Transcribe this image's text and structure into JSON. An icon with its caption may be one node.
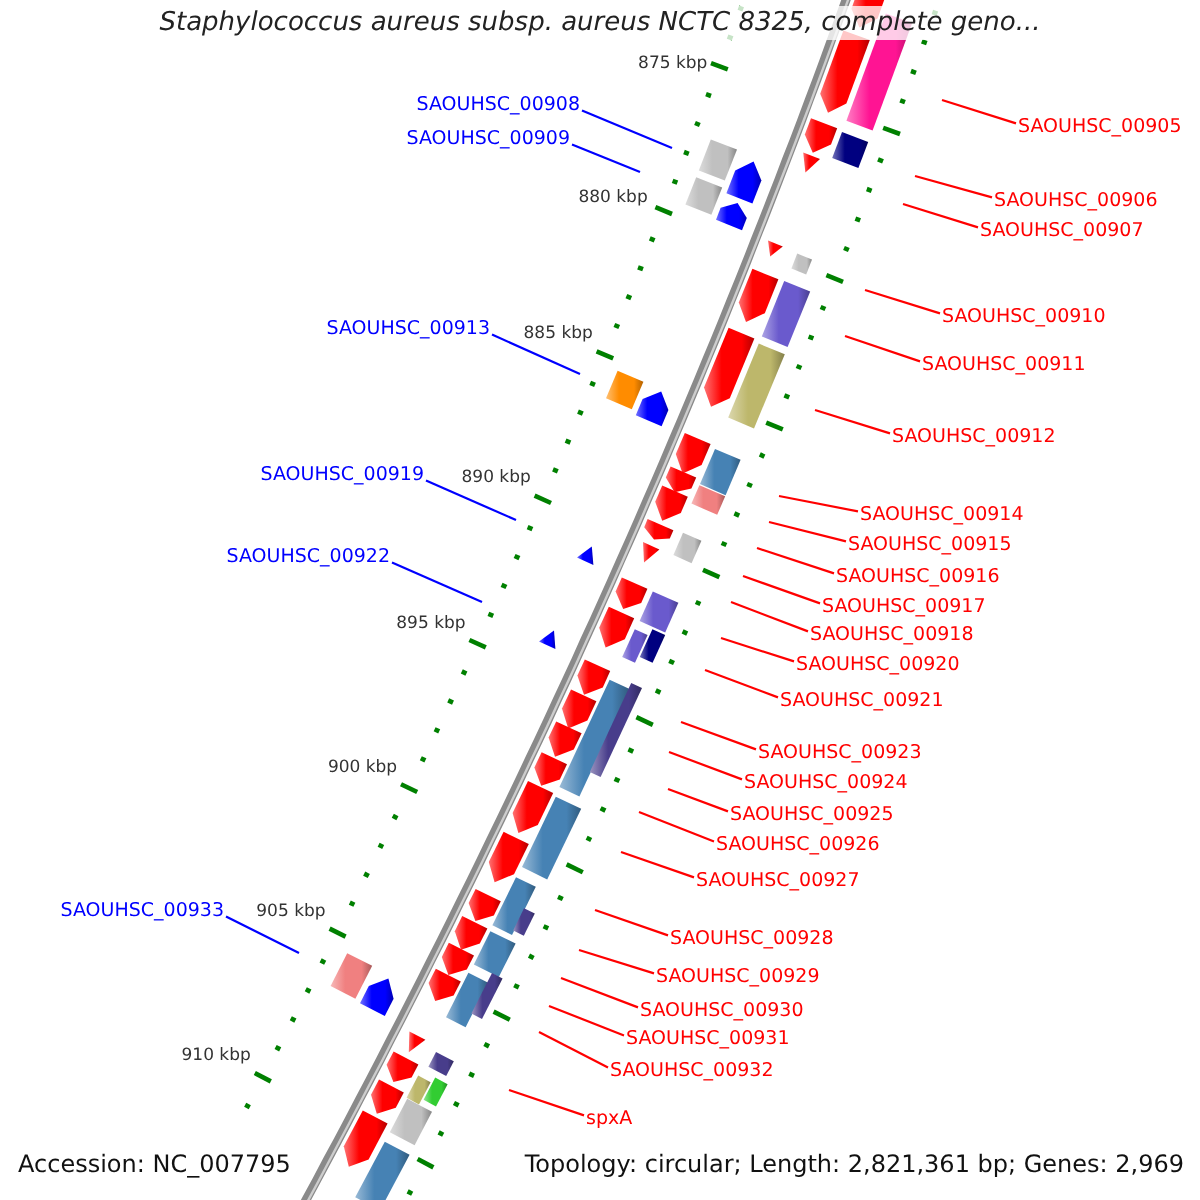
{
  "diagram": {
    "title": "Staphylococcus aureus subsp. aureus NCTC 8325, complete geno...",
    "nodes": [
      {
        "text": [
          "SAOUHSC_00908"
        ]
      },
      {
        "text": [
          "SAOUHSC_00905"
        ]
      },
      {
        "text": [
          "SAOUHSC_00909"
        ]
      },
      {
        "text": [
          "SAOUHSC_00906"
        ]
      },
      {
        "text": [
          "SAOUHSC_00907"
        ]
      },
      {
        "text": [
          "SAOUHSC_00910"
        ]
      },
      {
        "text": [
          "SAOUHSC_00913"
        ]
      },
      {
        "text": [
          "SAOUHSC_00911"
        ]
      },
      {
        "text": [
          "SAOUHSC_00912"
        ]
      },
      {
        "text": [
          "SAOUHSC_00919"
        ]
      },
      {
        "text": [
          "SAOUHSC_00914"
        ]
      },
      {
        "text": [
          "SAOUHSC_00915"
        ]
      },
      {
        "text": [
          "SAOUHSC_00922"
        ]
      },
      {
        "text": [
          "SAOUHSC_00916"
        ]
      },
      {
        "text": [
          "SAOUHSC_00917"
        ]
      },
      {
        "text": [
          "SAOUHSC_00918"
        ]
      },
      {
        "text": [
          "SAOUHSC_00920"
        ]
      },
      {
        "text": [
          "SAOUHSC_00921"
        ]
      },
      {
        "text": [
          "SAOUHSC_00923"
        ]
      },
      {
        "text": [
          "SAOUHSC_00924"
        ]
      },
      {
        "text": [
          "SAOUHSC_00925"
        ]
      },
      {
        "text": [
          "SAOUHSC_00926"
        ]
      },
      {
        "text": [
          "SAOUHSC_00927"
        ]
      },
      {
        "text": [
          "SAOUHSC_00933"
        ]
      },
      {
        "text": [
          "SAOUHSC_00928"
        ]
      },
      {
        "text": [
          "SAOUHSC_00929"
        ]
      },
      {
        "text": [
          "SAOUHSC_00930"
        ]
      },
      {
        "text": [
          "SAOUHSC_00931"
        ]
      },
      {
        "text": [
          "SAOUHSC_00932"
        ]
      },
      {
        "text": [
          "spxA"
        ]
      }
    ],
    "edges": [
      {
        "from": 0,
        "to": null,
        "arrow": "none",
        "color": "#0000ff"
      },
      {
        "from": 1,
        "to": null,
        "arrow": "none"
      },
      {
        "from": 2,
        "to": null,
        "arrow": "none",
        "color": "#0000ff"
      },
      {
        "from": 3,
        "to": null,
        "arrow": "none"
      },
      {
        "from": 4,
        "to": null,
        "arrow": "none"
      },
      {
        "from": 5,
        "to": null,
        "arrow": "none"
      },
      {
        "from": 6,
        "to": null,
        "arrow": "none",
        "color": "#0000ff"
      },
      {
        "from": 7,
        "to": null,
        "arrow": "none"
      },
      {
        "from": 8,
        "to": null,
        "arrow": "none"
      },
      {
        "from": 9,
        "to": null,
        "arrow": "none",
        "color": "#0000ff"
      },
      {
        "from": 10,
        "to": null,
        "arrow": "none"
      },
      {
        "from": 11,
        "to": null,
        "arrow": "none"
      },
      {
        "from": 12,
        "to": null,
        "arrow": "none",
        "color": "#0000ff"
      },
      {
        "from": 13,
        "to": null,
        "arrow": "none"
      },
      {
        "from": 14,
        "to": null,
        "arrow": "none"
      },
      {
        "from": 15,
        "to": null,
        "arrow": "none"
      },
      {
        "from": 16,
        "to": null,
        "arrow": "none"
      },
      {
        "from": 17,
        "to": null,
        "arrow": "none"
      },
      {
        "from": 18,
        "to": null,
        "arrow": "none"
      },
      {
        "from": 19,
        "to": null,
        "arrow": "none"
      },
      {
        "from": 20,
        "to": null,
        "arrow": "none"
      },
      {
        "from": 21,
        "to": null,
        "arrow": "none"
      },
      {
        "from": 22,
        "to": null,
        "arrow": "none"
      },
      {
        "from": 23,
        "to": null,
        "arrow": "none",
        "color": "#0000ff"
      },
      {
        "from": 24,
        "to": null,
        "arrow": "none"
      },
      {
        "from": 25,
        "to": null,
        "arrow": "none"
      },
      {
        "from": 26,
        "to": null,
        "arrow": "none"
      },
      {
        "from": 27,
        "to": null,
        "arrow": "none"
      },
      {
        "from": 28,
        "to": null,
        "arrow": "none"
      },
      {
        "from": 29,
        "to": null,
        "arrow": "none"
      }
    ],
    "labels": [
      "875 kbp",
      "880 kbp",
      "885 kbp",
      "890 kbp",
      "895 kbp",
      "900 kbp",
      "905 kbp",
      "910 kbp",
      "Accession: NC_007795",
      "Topology: circular; Length: 2,821,361 bp; Genes: 2,969"
    ]
  }
}
